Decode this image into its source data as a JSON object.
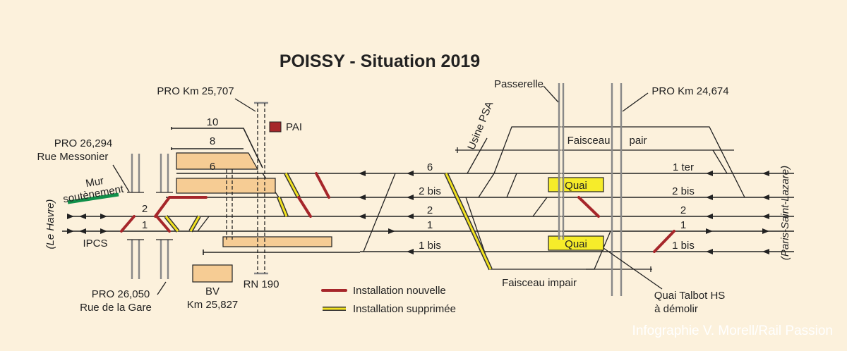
{
  "title": "POISSY - Situation 2019",
  "credit": "Infographie V. Morell/Rail Passion",
  "directions": {
    "left": "(Le Havre)",
    "right": "(Paris-Saint-Lazare)"
  },
  "tracks": {
    "t10": "10",
    "t8": "8",
    "t6_left": "6",
    "t6": "6",
    "t2bis": "2 bis",
    "t2_left": "2",
    "t1_left": "1",
    "t2": "2",
    "t1": "1",
    "t1bis": "1 bis",
    "t1ter_right": "1 ter",
    "t2bis_right": "2 bis",
    "t2_right": "2",
    "t1_right": "1",
    "t1bis_right": "1 bis"
  },
  "labels": {
    "pro_25707": "PRO Km 25,707",
    "pai": "PAI",
    "pro_26294_a": "PRO 26,294",
    "pro_26294_b": "Rue Messonier",
    "mur_a": "Mur",
    "mur_b": "soutènement",
    "ipcs": "IPCS",
    "pro_26050_a": "PRO 26,050",
    "pro_26050_b": "Rue de la Gare",
    "bv_a": "BV",
    "bv_b": "Km 25,827",
    "rn190": "RN 190",
    "usine_psa": "Usine PSA",
    "passerelle": "Passerelle",
    "pro_24674": "PRO Km 24,674",
    "faisceau": "Faisceau",
    "pair": "pair",
    "quai_top": "Quai",
    "quai_bottom": "Quai",
    "faisceau_impair": "Faisceau impair",
    "quai_talbot_a": "Quai Talbot HS",
    "quai_talbot_b": "à démolir"
  },
  "legend": {
    "new": "Installation nouvelle",
    "removed": "Installation supprimée"
  },
  "colors": {
    "background": "#fcf1dc",
    "installation_nouvelle": "#a6262a",
    "installation_supprimee": "#f3e320",
    "platform": "#f6cc94",
    "quai": "#f6ec2a",
    "mur": "#11904a",
    "pai_marker": "#a6262a"
  }
}
